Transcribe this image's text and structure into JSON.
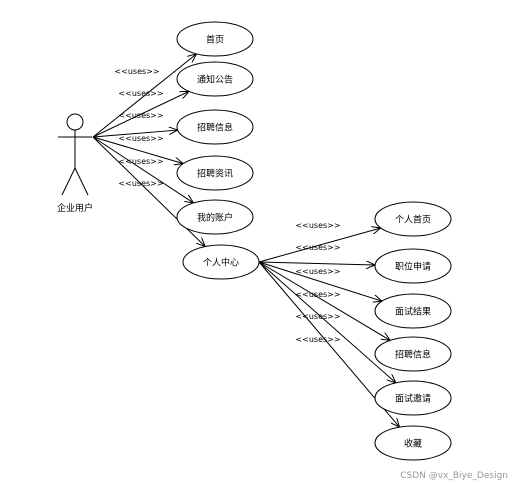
{
  "actor": {
    "name": "企业用户"
  },
  "stereotype": "<<uses>>",
  "use_cases": [
    {
      "id": "uc1",
      "label": "首页"
    },
    {
      "id": "uc2",
      "label": "通知公告"
    },
    {
      "id": "uc3",
      "label": "招聘信息"
    },
    {
      "id": "uc4",
      "label": "招聘资讯"
    },
    {
      "id": "uc5",
      "label": "我的账户"
    },
    {
      "id": "uc6",
      "label": "个人中心"
    },
    {
      "id": "uc7",
      "label": "个人首页"
    },
    {
      "id": "uc8",
      "label": "职位申请"
    },
    {
      "id": "uc9",
      "label": "面试结果"
    },
    {
      "id": "uc10",
      "label": "招聘信息"
    },
    {
      "id": "uc11",
      "label": "面试邀请"
    },
    {
      "id": "uc12",
      "label": "收藏"
    }
  ],
  "relations": [
    {
      "from": "actor",
      "to": "uc1"
    },
    {
      "from": "actor",
      "to": "uc2"
    },
    {
      "from": "actor",
      "to": "uc3"
    },
    {
      "from": "actor",
      "to": "uc4"
    },
    {
      "from": "actor",
      "to": "uc5"
    },
    {
      "from": "actor",
      "to": "uc6"
    },
    {
      "from": "uc6",
      "to": "uc7"
    },
    {
      "from": "uc6",
      "to": "uc8"
    },
    {
      "from": "uc6",
      "to": "uc9"
    },
    {
      "from": "uc6",
      "to": "uc10"
    },
    {
      "from": "uc6",
      "to": "uc11"
    },
    {
      "from": "uc6",
      "to": "uc12"
    }
  ],
  "watermark": "CSDN @vx_Biye_Design"
}
